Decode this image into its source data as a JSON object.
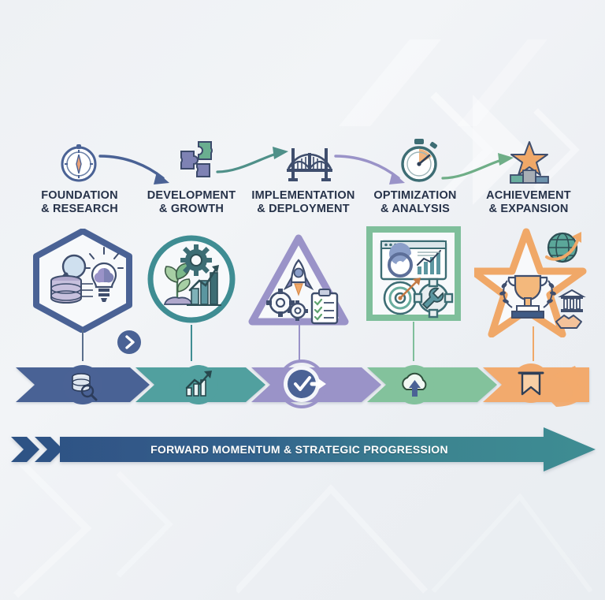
{
  "infographic": {
    "title_text": "FORWARD MOMENTUM & STRATEGIC PROGRESSION",
    "background_color": "#eef1f5",
    "stages": [
      {
        "index": 1,
        "label_line1": "FOUNDATION",
        "label_line2": "& RESEARCH",
        "color": "#4a6295",
        "shape": "hexagon",
        "top_icon": "compass-icon",
        "shape_icons": [
          "magnifier-icon",
          "database-icon",
          "lightbulb-brain-icon"
        ],
        "band_icon": "database-search-icon",
        "band_color": "#4a6295"
      },
      {
        "index": 2,
        "label_line1": "DEVELOPMENT",
        "label_line2": "& GROWTH",
        "color": "#3f8d93",
        "shape": "circle",
        "top_icon": "puzzle-pieces-icon",
        "shape_icons": [
          "sprout-icon",
          "gear-icon",
          "bar-chart-growth-icon"
        ],
        "band_icon": "growth-chart-icon",
        "band_color": "#51a09f"
      },
      {
        "index": 3,
        "label_line1": "IMPLEMENTATION",
        "label_line2": "& DEPLOYMENT",
        "color": "#9a93c8",
        "shape": "triangle",
        "top_icon": "bridge-icon",
        "shape_icons": [
          "rocket-icon",
          "gears-icon",
          "checklist-icon"
        ],
        "band_icon": "check-circle-arrow-icon",
        "band_color": "#9a93c8"
      },
      {
        "index": 4,
        "label_line1": "OPTIMIZATION",
        "label_line2": "& ANALYSIS",
        "color": "#7fbf9b",
        "shape": "square",
        "top_icon": "stopwatch-icon",
        "shape_icons": [
          "dashboard-icon",
          "target-arrow-icon",
          "gear-wrench-icon"
        ],
        "band_icon": "cloud-upload-icon",
        "band_color": "#83c29c"
      },
      {
        "index": 5,
        "label_line1": "ACHIEVEMENT",
        "label_line2": "& EXPANSION",
        "color": "#f0a868",
        "shape": "star",
        "top_icon": "star-podium-icon",
        "shape_icons": [
          "trophy-laurel-icon",
          "globe-arrow-icon",
          "handshake-bank-icon"
        ],
        "band_icon": "bookmark-ribbon-icon",
        "band_color": "#f2aa6d"
      }
    ],
    "connector_arrows": [
      {
        "from": 1,
        "to": 2,
        "color": "#4a6295",
        "name": "arrow-foundation-to-development"
      },
      {
        "from": 2,
        "to": 3,
        "color": "#4f9089",
        "name": "arrow-development-to-implementation"
      },
      {
        "from": 3,
        "to": 4,
        "color": "#9a93c8",
        "name": "arrow-implementation-to-optimization"
      },
      {
        "from": 4,
        "to": 5,
        "color": "#6fae87",
        "name": "arrow-optimization-to-achievement"
      }
    ],
    "next_badge": {
      "name": "next-chevron-badge",
      "color": "#4a6295",
      "glyph": "›"
    },
    "momentum_arrow": {
      "start_color": "#2f5385",
      "end_color": "#3f8d93",
      "text_color": "#ffffff"
    }
  }
}
